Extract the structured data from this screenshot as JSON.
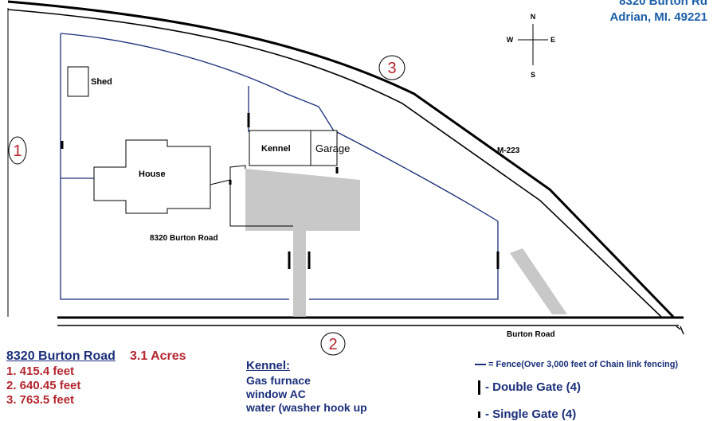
{
  "address": {
    "line1": "8320 Burton Rd",
    "line2": "Adrian, MI. 49221"
  },
  "compass": {
    "north": "N",
    "south": "S",
    "east": "E",
    "west": "W"
  },
  "map_labels": {
    "shed": "Shed",
    "house": "House",
    "kennel": "Kennel",
    "garage": "Garage",
    "address_label": "8320 Burton Road",
    "highway": "M-223",
    "road": "Burton Road"
  },
  "side_markers": [
    "1",
    "2",
    "3"
  ],
  "legend": {
    "title": "8320 Burton Road",
    "acres": "3.1 Acres",
    "sides": [
      "1. 415.4 feet",
      "2. 640.45 feet",
      "3. 763.5 feet"
    ]
  },
  "kennel_info": {
    "heading": "Kennel:",
    "items": [
      "Gas furnace",
      "window AC",
      "water (washer hook up"
    ]
  },
  "fence_legend": {
    "fence_label": "= Fence(Over 3,000 feet of Chain link fencing)",
    "double_gate": "- Double Gate (4)",
    "single_gate": "- Single Gate (4)"
  },
  "colors": {
    "fence": "#1b2f7a",
    "marker_red": "#b3262e",
    "address_blue": "#1b5fa8",
    "driveway": "#c8c8c8"
  }
}
